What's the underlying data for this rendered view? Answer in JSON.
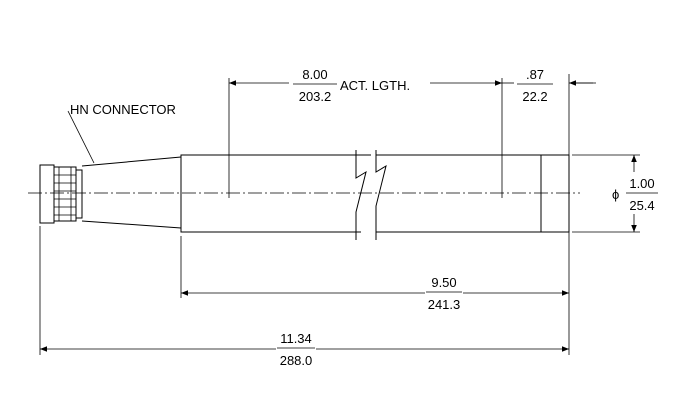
{
  "connector_label": "HN CONNECTOR",
  "dims": {
    "act_length_in": "8.00",
    "act_length_mm": "203.2",
    "act_length_note": "ACT. LGTH.",
    "end_in": ".87",
    "end_mm": "22.2",
    "diameter_symbol": "ϕ",
    "diameter_in": "1.00",
    "diameter_mm": "25.4",
    "body_in": "9.50",
    "body_mm": "241.3",
    "overall_in": "11.34",
    "overall_mm": "288.0"
  }
}
